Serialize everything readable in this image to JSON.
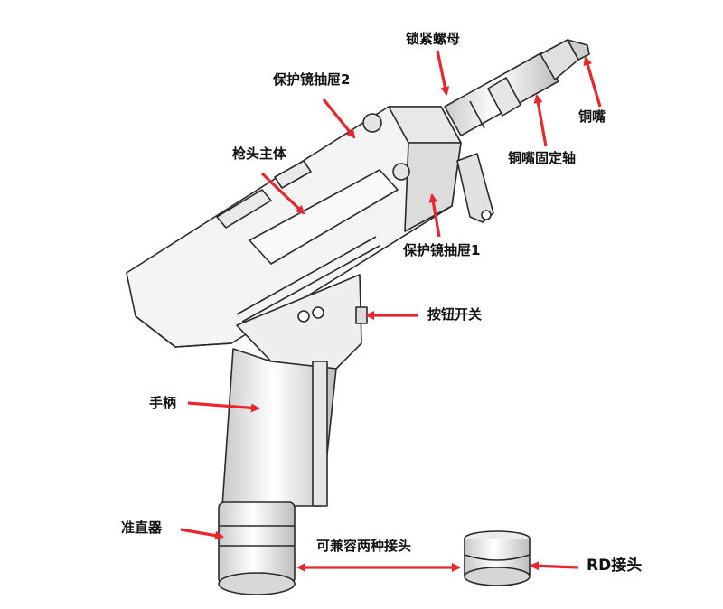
{
  "labels": {
    "lock_nut": "锁紧螺母",
    "protective_mirror_drawer_2": "保护镜抽屉2",
    "copper_nozzle": "铜嘴",
    "gun_head_body": "枪头主体",
    "nozzle_fixed_shaft": "铜嘴固定轴",
    "protective_mirror_drawer_1": "保护镜抽屉1",
    "button_switch": "按钮开关",
    "handle": "手柄",
    "collimator": "准直器",
    "compatible_two_connectors": "可兼容两种接头",
    "rd_connector": "RD接头"
  },
  "colors": {
    "arrow": "#e8262b",
    "outline": "#2a2a2a",
    "body_fill": "#f4f4f4",
    "shade": "#d9d9d9"
  }
}
